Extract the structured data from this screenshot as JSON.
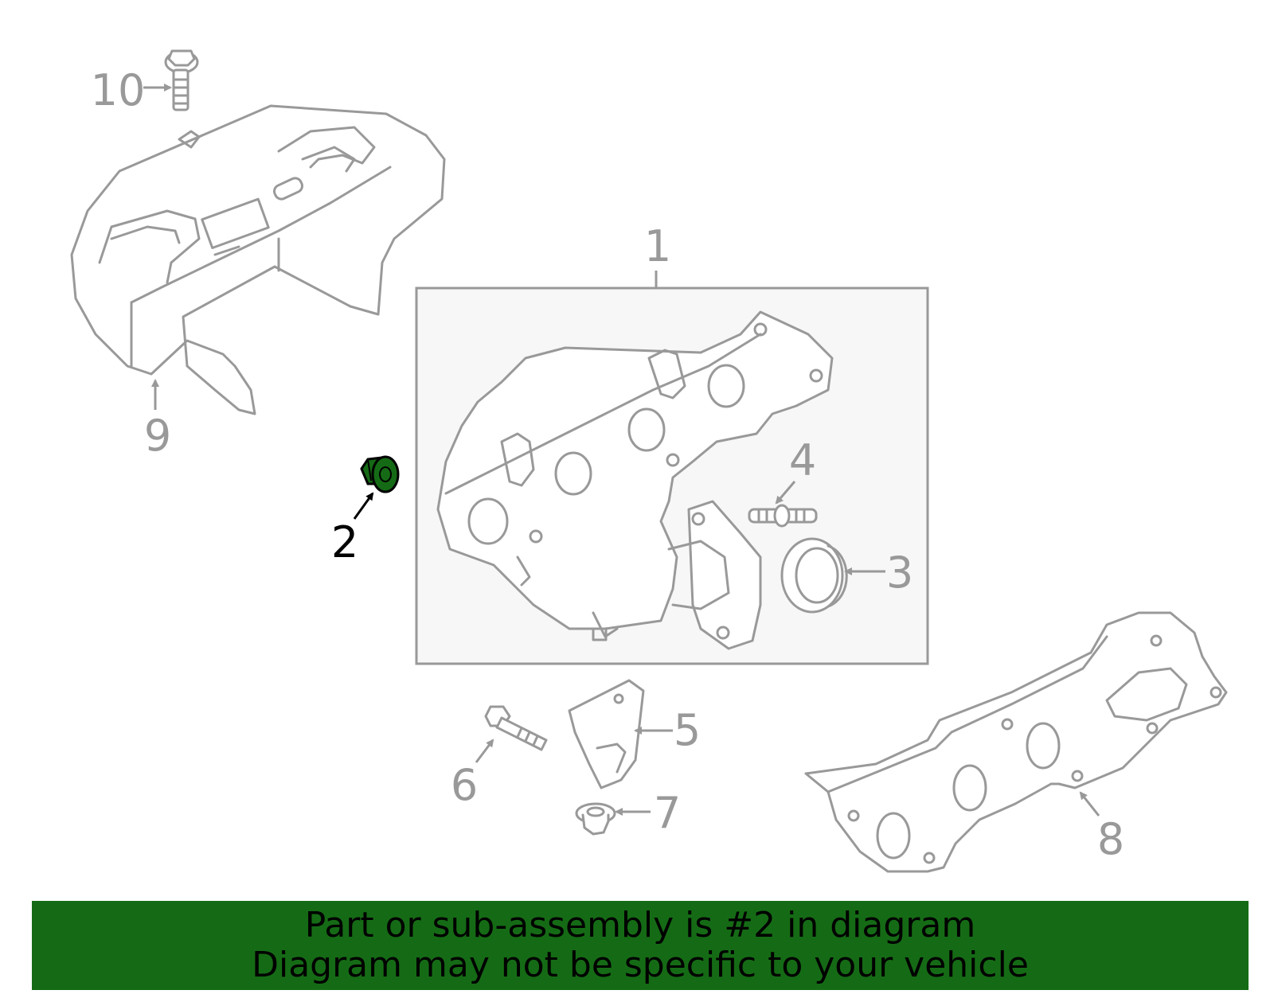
{
  "colors": {
    "part_outline": "#999999",
    "highlight_fill": "#156b15",
    "highlight_label": "#000000",
    "banner_background": "#156b15",
    "banner_text": "#000000",
    "assembly_box_fill": "#f7f7f7"
  },
  "highlighted_part": "2",
  "callouts": [
    {
      "id": "1",
      "label": "1"
    },
    {
      "id": "2",
      "label": "2"
    },
    {
      "id": "3",
      "label": "3"
    },
    {
      "id": "4",
      "label": "4"
    },
    {
      "id": "5",
      "label": "5"
    },
    {
      "id": "6",
      "label": "6"
    },
    {
      "id": "7",
      "label": "7"
    },
    {
      "id": "8",
      "label": "8"
    },
    {
      "id": "9",
      "label": "9"
    },
    {
      "id": "10",
      "label": "10"
    }
  ],
  "banner": {
    "line1": "Part or sub-assembly is #2 in diagram",
    "line2": "Diagram may not be specific to your vehicle"
  }
}
